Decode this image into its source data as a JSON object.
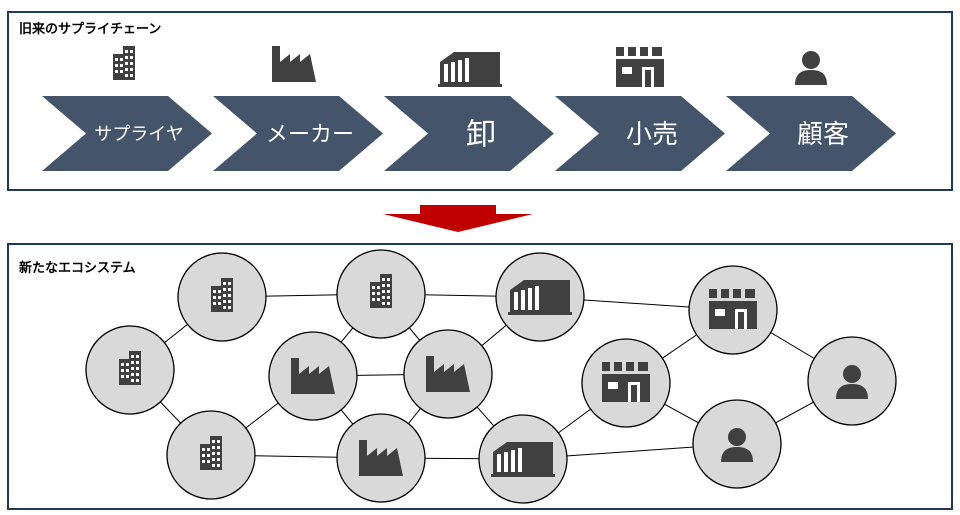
{
  "old_chain": {
    "title": "旧来のサプライチェーン",
    "stages": [
      {
        "label": "サプライヤ",
        "icon": "office-building-icon",
        "size": 18
      },
      {
        "label": "メーカー",
        "icon": "factory-icon",
        "size": 22
      },
      {
        "label": "卸",
        "icon": "warehouse-icon",
        "size": 30
      },
      {
        "label": "小売",
        "icon": "store-icon",
        "size": 26
      },
      {
        "label": "顧客",
        "icon": "person-icon",
        "size": 26
      }
    ]
  },
  "new_ecosystem": {
    "title": "新たなエコシステム"
  },
  "colors": {
    "border": "#1f3a5a",
    "chevron": "#44546a",
    "icon": "#404040",
    "node_fill": "#d9d9d9",
    "arrow": "#c00000"
  }
}
